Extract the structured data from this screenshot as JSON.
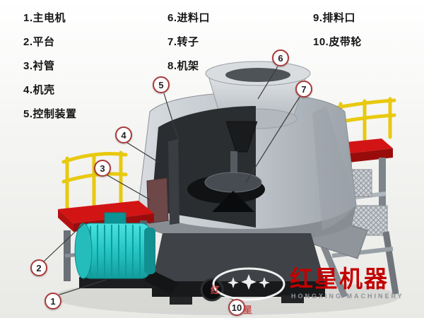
{
  "diagram": {
    "legend": {
      "items": [
        {
          "text": "1.主电机"
        },
        {
          "text": "2.平台"
        },
        {
          "text": "3.衬管"
        },
        {
          "text": "4.机壳"
        },
        {
          "text": "5.控制装置"
        },
        {
          "text": "6.进料口"
        },
        {
          "text": "7.转子"
        },
        {
          "text": "8.机架"
        },
        {
          "text": "9.排料口"
        },
        {
          "text": "10.皮带轮"
        }
      ]
    },
    "callouts": {
      "c1": "1",
      "c2": "2",
      "c3": "3",
      "c4": "4",
      "c5": "5",
      "c6": "6",
      "c7": "7",
      "c10": "10"
    },
    "brand": {
      "name": "红星机器",
      "name_en": "HONGXING MACHINERY",
      "mark_left": "红",
      "mark_bottom": "星"
    },
    "colors": {
      "platform_red": "#d31414",
      "motor_teal": "#25c5c5",
      "railing_yellow": "#e8c90f",
      "callout_ring": "#a83a3a",
      "brand_red": "#c30000"
    }
  }
}
